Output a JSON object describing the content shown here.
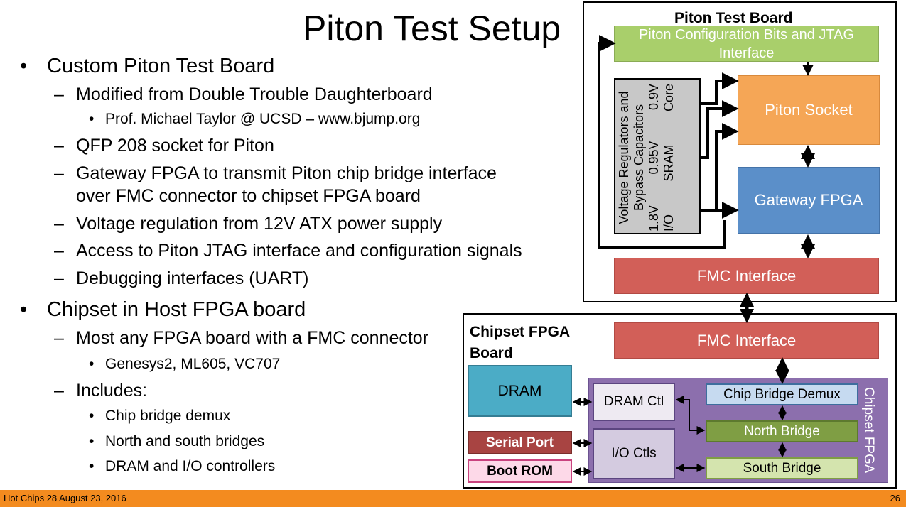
{
  "slide": {
    "title": "Piton Test Setup",
    "bullets": [
      {
        "text": "Custom Piton Test Board",
        "children": [
          {
            "text": "Modified from Double Trouble Daughterboard",
            "children": [
              {
                "text": "Prof. Michael Taylor @ UCSD – www.bjump.org"
              }
            ]
          },
          {
            "text": "QFP 208 socket for Piton"
          },
          {
            "text": "Gateway FPGA to transmit Piton chip bridge interface",
            "cont": "over FMC connector to chipset FPGA board"
          },
          {
            "text": "Voltage regulation from 12V ATX power supply"
          },
          {
            "text": "Access to Piton JTAG interface and configuration signals"
          },
          {
            "text": "Debugging interfaces (UART)"
          }
        ]
      },
      {
        "text": "Chipset in Host FPGA board",
        "children": [
          {
            "text": "Most any FPGA board with a FMC connector",
            "children": [
              {
                "text": "Genesys2, ML605, VC707"
              }
            ]
          },
          {
            "text": "Includes:",
            "children": [
              {
                "text": "Chip bridge demux"
              },
              {
                "text": "North and south bridges"
              },
              {
                "text": "DRAM and I/O controllers"
              }
            ]
          }
        ]
      }
    ]
  },
  "diagram": {
    "test_board": {
      "label": "Piton Test Board",
      "config": "Piton Configuration Bits and JTAG Interface",
      "socket": "Piton Socket",
      "gateway": "Gateway FPGA",
      "fmc": "FMC Interface",
      "vreg": {
        "line1": "Voltage Regulators and",
        "line2": "Bypass Capacitors",
        "rails": [
          {
            "voltage": "1.8V",
            "name": "I/O"
          },
          {
            "voltage": "0.95V",
            "name": "SRAM"
          },
          {
            "voltage": "0.9V",
            "name": "Core"
          }
        ]
      }
    },
    "chipset_board": {
      "label_line1": "Chipset FPGA",
      "label_line2": "Board",
      "fmc": "FMC Interface",
      "dram": "DRAM",
      "serial": "Serial Port",
      "bootrom": "Boot ROM",
      "chipset_fpga": "Chipset FPGA",
      "dram_ctl": "DRAM Ctl",
      "io_ctls": "I/O Ctls",
      "demux": "Chip Bridge Demux",
      "north": "North Bridge",
      "south": "South Bridge"
    },
    "colors": {
      "green_light": "#a9cf6b",
      "orange": "#f5a656",
      "blue": "#5b8fc9",
      "red": "#d25f58",
      "cyan": "#4bacc6",
      "purple": "#8c6fad",
      "dark_red": "#a84442",
      "pink": "#fdd9e8",
      "grey": "#c8c8c8",
      "bridge_green": "#7f9e44",
      "south_green": "#d4e4ae"
    }
  },
  "footer": {
    "left": "Hot Chips 28 August 23, 2016",
    "right": "26"
  }
}
